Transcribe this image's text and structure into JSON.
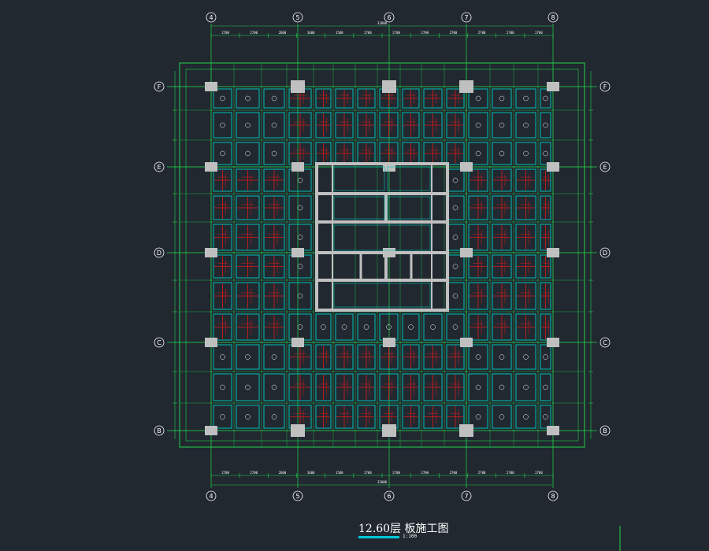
{
  "drawing": {
    "title": "12.60层  板施工图",
    "scale": "1:100",
    "axes_x": [
      "4",
      "5",
      "6",
      "7",
      "8"
    ],
    "axes_y": [
      "F",
      "E",
      "D",
      "C",
      "B"
    ],
    "top_dims": [
      "2700",
      "2700",
      "2600",
      "1600",
      "1500",
      "2700",
      "2700",
      "2700",
      "2700",
      "2700",
      "2700",
      "2700"
    ],
    "bottom_dims": [
      "2700",
      "2700",
      "2600",
      "1600",
      "1500",
      "2700",
      "2700",
      "2700",
      "2700",
      "2700",
      "2700",
      "2700"
    ],
    "total_dim": "32000",
    "colors": {
      "background": "#212830",
      "axis_line": "#22d24a",
      "panel": "#00c0b4",
      "rebar": "#e01818",
      "column": "#c0c0c0",
      "label": "#ffffff",
      "title_bar": "#00c8d8"
    }
  }
}
